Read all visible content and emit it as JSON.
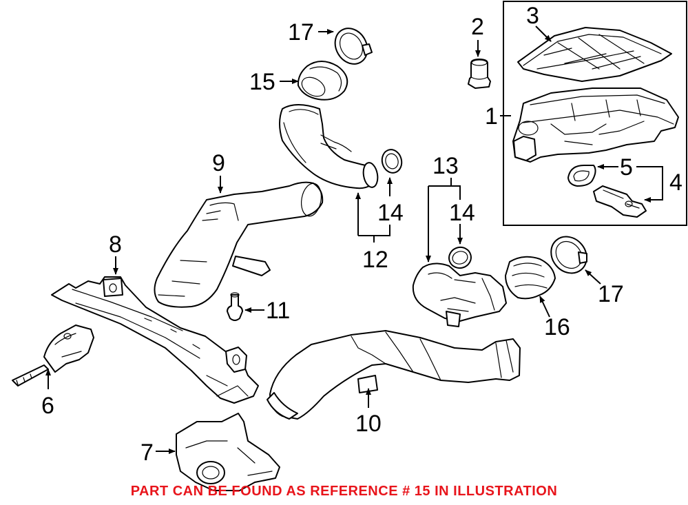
{
  "callouts": {
    "c1": "1",
    "c2": "2",
    "c3": "3",
    "c4": "4",
    "c5": "5",
    "c6": "6",
    "c7": "7",
    "c8": "8",
    "c9": "9",
    "c10": "10",
    "c11": "11",
    "c12": "12",
    "c13": "13",
    "c14a": "14",
    "c14b": "14",
    "c15": "15",
    "c16": "16",
    "c17a": "17",
    "c17b": "17"
  },
  "caption": "PART CAN BE FOUND AS REFERENCE # 15 IN ILLUSTRATION",
  "colors": {
    "line": "#000000",
    "caption": "#e8141b",
    "background": "#ffffff"
  }
}
